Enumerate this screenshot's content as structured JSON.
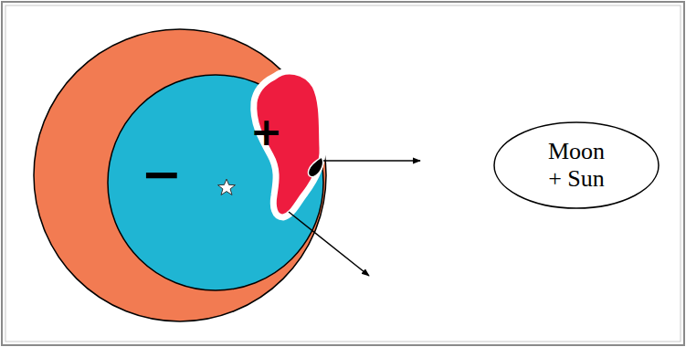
{
  "diagram": {
    "nodes": [
      {
        "text": [
          "Moon + Sun"
        ]
      }
    ],
    "labels": [
      "+",
      "−"
    ]
  }
}
